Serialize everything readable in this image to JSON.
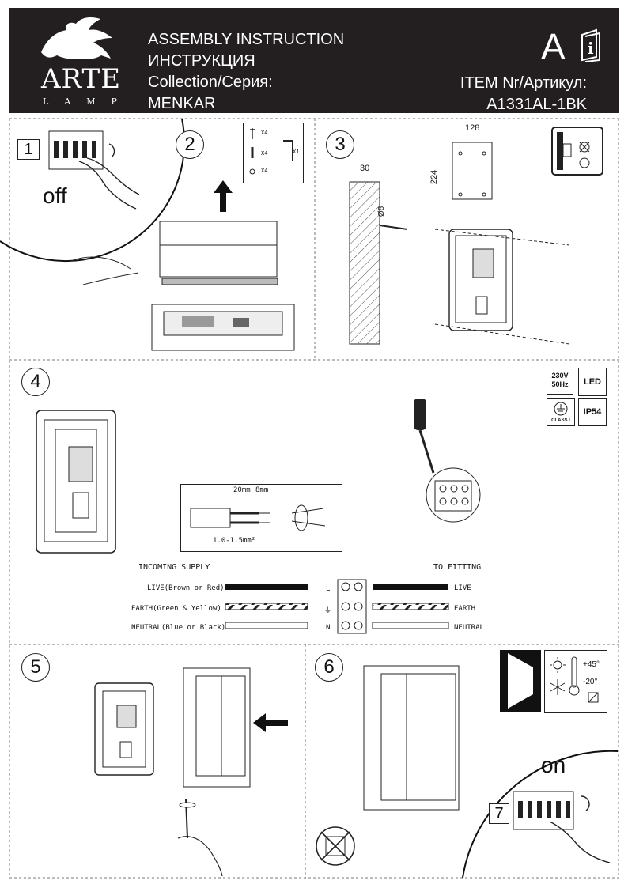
{
  "header": {
    "lines_left": [
      "ASSEMBLY INSTRUCTION",
      "ИНСТРУКЦИЯ",
      "Collection/Серия:",
      "MENKAR"
    ],
    "lines_right": [
      "ITEM Nr/Артикул:",
      "A1331AL-1BK"
    ],
    "letter": "A",
    "logo_word": "ARTE",
    "logo_sub": "LAMP"
  },
  "step1": {
    "number": "1",
    "state": "off"
  },
  "step2": {
    "number": "2",
    "hardware": [
      {
        "qty": "X4"
      },
      {
        "qty": "X4"
      },
      {
        "qty": "X4"
      }
    ],
    "tool_qty": "X1"
  },
  "step3": {
    "number": "3",
    "dim_width": "128",
    "dim_height": "224",
    "dim_wall": "30",
    "dim_hole": "Ø6"
  },
  "step4": {
    "number": "4",
    "strip_dims": [
      "20mm",
      "8mm"
    ],
    "wire_section": "1.0-1.5mm²",
    "incoming": "INCOMING SUPPLY",
    "to_fitting": "TO FITTING",
    "wires": [
      {
        "in_label": "LIVE(Brown or Red)",
        "terminal": "L",
        "out_label": "LIVE"
      },
      {
        "in_label": "EARTH(Green & Yellow)",
        "terminal": "⏚",
        "out_label": "EARTH"
      },
      {
        "in_label": "NEUTRAL(Blue or Black)",
        "terminal": "N",
        "out_label": "NEUTRAL"
      }
    ],
    "specs": {
      "voltage": "230V",
      "freq": "50Hz",
      "type": "LED",
      "class": "CLASS I",
      "ip": "IP54"
    }
  },
  "step5": {
    "number": "5"
  },
  "step6": {
    "number": "6",
    "temp_max": "+45°",
    "temp_min": "-20°"
  },
  "step7": {
    "number": "7",
    "state": "on"
  }
}
